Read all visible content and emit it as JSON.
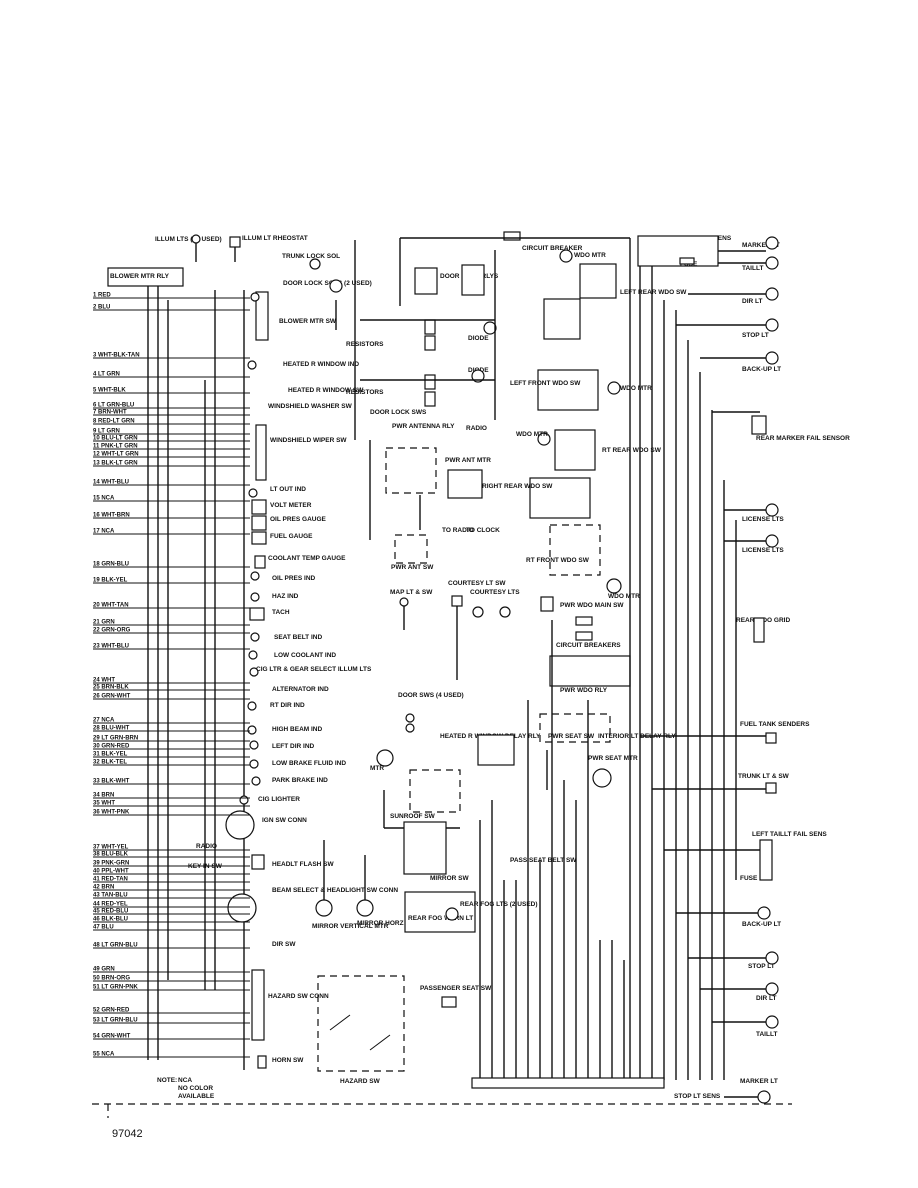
{
  "left_numbered_wires": [
    {
      "n": "1",
      "color": "RED"
    },
    {
      "n": "2",
      "color": "BLU"
    },
    {
      "n": "3",
      "color": "WHT-BLK-TAN"
    },
    {
      "n": "4",
      "color": "LT GRN"
    },
    {
      "n": "5",
      "color": "WHT-BLK"
    },
    {
      "n": "6",
      "color": "LT GRN-BLU"
    },
    {
      "n": "7",
      "color": "BRN-WHT"
    },
    {
      "n": "8",
      "color": "RED-LT GRN"
    },
    {
      "n": "9",
      "color": "LT GRN"
    },
    {
      "n": "10",
      "color": "BLU-LT GRN"
    },
    {
      "n": "11",
      "color": "PNK-LT GRN"
    },
    {
      "n": "12",
      "color": "WHT-LT GRN"
    },
    {
      "n": "13",
      "color": "BLK-LT GRN"
    },
    {
      "n": "14",
      "color": "WHT-BLU"
    },
    {
      "n": "15",
      "color": "NCA"
    },
    {
      "n": "16",
      "color": "WHT-BRN"
    },
    {
      "n": "17",
      "color": "NCA"
    },
    {
      "n": "18",
      "color": "GRN-BLU"
    },
    {
      "n": "19",
      "color": "BLK-YEL"
    },
    {
      "n": "20",
      "color": "WHT-TAN"
    },
    {
      "n": "21",
      "color": "GRN"
    },
    {
      "n": "22",
      "color": "GRN-ORG"
    },
    {
      "n": "23",
      "color": "WHT-BLU"
    },
    {
      "n": "24",
      "color": "WHT"
    },
    {
      "n": "25",
      "color": "BRN-BLK"
    },
    {
      "n": "26",
      "color": "GRN-WHT"
    },
    {
      "n": "27",
      "color": "NCA"
    },
    {
      "n": "28",
      "color": "BLU-WHT"
    },
    {
      "n": "29",
      "color": "LT GRN-BRN"
    },
    {
      "n": "30",
      "color": "GRN-RED"
    },
    {
      "n": "31",
      "color": "BLK-YEL"
    },
    {
      "n": "32",
      "color": "BLK-TEL"
    },
    {
      "n": "33",
      "color": "BLK-WHT"
    },
    {
      "n": "34",
      "color": "BRN"
    },
    {
      "n": "35",
      "color": "WHT"
    },
    {
      "n": "36",
      "color": "WHT-PNK"
    },
    {
      "n": "37",
      "color": "WHT-YEL"
    },
    {
      "n": "38",
      "color": "BLU-BLK"
    },
    {
      "n": "39",
      "color": "PNK-GRN"
    },
    {
      "n": "40",
      "color": "PPL-WHT"
    },
    {
      "n": "41",
      "color": "RED-TAN"
    },
    {
      "n": "42",
      "color": "BRN"
    },
    {
      "n": "43",
      "color": "TAN-BLU"
    },
    {
      "n": "44",
      "color": "RED-YEL"
    },
    {
      "n": "45",
      "color": "RED-BLU"
    },
    {
      "n": "46",
      "color": "BLK-BLU"
    },
    {
      "n": "47",
      "color": "BLU"
    },
    {
      "n": "48",
      "color": "LT GRN-BLU"
    },
    {
      "n": "49",
      "color": "GRN"
    },
    {
      "n": "50",
      "color": "BRN-ORG"
    },
    {
      "n": "51",
      "color": "LT GRN-PNK"
    },
    {
      "n": "52",
      "color": "GRN-RED"
    },
    {
      "n": "53",
      "color": "LT GRN-BLU"
    },
    {
      "n": "54",
      "color": "GRN-WHT"
    },
    {
      "n": "55",
      "color": "NCA"
    }
  ],
  "left_components": [
    "ILLUM LTS (13 USED)",
    "ILLUM LT RHEOSTAT",
    "BLOWER MTR RLY",
    "BLOWER MTR SW",
    "HEATED R WINDOW IND",
    "HEATED R WINDOW SW",
    "WINDSHIELD WASHER SW",
    "WINDSHIELD WIPER SW",
    "LT OUT IND",
    "VOLT METER",
    "OIL PRES GAUGE",
    "FUEL GAUGE",
    "COOLANT TEMP GAUGE",
    "OIL PRES IND",
    "HAZ IND",
    "TACH",
    "SEAT BELT IND",
    "LOW COOLANT IND",
    "CIG LTR & GEAR SELECT ILLUM LTS",
    "ALTERNATOR IND",
    "RT DIR IND",
    "HIGH BEAM IND",
    "LEFT DIR IND",
    "LOW BRAKE FLUID IND",
    "PARK BRAKE IND",
    "CIG LIGHTER",
    "IGN SW CONN",
    "RADIO",
    "KEY IN SW",
    "HEADLT FLASH SW",
    "BEAM SELECT & HEADLIGHT SW CONN",
    "DIR SW",
    "HAZARD SW CONN",
    "HORN SW",
    "HAZARD SW"
  ],
  "center_components": [
    "TRUNK LOCK SOL",
    "DOOR LOCK SOLS (2 USED)",
    "DOOR LOCK RLYS",
    "CIRCUIT BREAKER",
    "RESISTORS",
    "DIODE",
    "DOOR LOCK SWS",
    "PWR ANTENNA RLY",
    "RADIO",
    "PWR ANT MTR",
    "TO RADIO",
    "TO CLOCK",
    "PWR ANT SW",
    "MAP LT & SW",
    "COURTESY LT SW",
    "COURTESY LTS",
    "DOOR SWS (4 USED)",
    "HEATED R WINDOW DELAY RLY",
    "INTERIOR LT DELAY RLY",
    "MTR",
    "SUNROOF SW",
    "MIRROR SW",
    "MIRROR VERTICAL MTR",
    "MIRROR HORZ MTR",
    "REAR FOG WARN LT",
    "REAR FOG LTS (2 USED)",
    "PASS SEAT BELT SW",
    "PASSENGER SEAT SW",
    "PWR SEAT SW",
    "PWR SEAT MTR"
  ],
  "right_components": [
    "WDO MTR",
    "LEFT REAR WDO SW",
    "LEFT FRONT WDO SW",
    "RIGHT REAR WDO SW",
    "RT REAR WDO SW",
    "RT FRONT WDO SW",
    "PWR WDO MAIN SW",
    "CIRCUIT BREAKERS",
    "PWR WDO RLY",
    "RT TAILLT FAIL SENS",
    "FUSE",
    "MARKER LT",
    "TAILLT",
    "DIR LT",
    "STOP LT",
    "BACK-UP LT",
    "REAR MARKER FAIL SENSOR",
    "LICENSE LTS",
    "REAR WDO GRID",
    "FUEL TANK SENDERS",
    "TRUNK LT & SW",
    "LEFT TAILLT FAIL SENS",
    "STOP LT SENS"
  ],
  "notes": {
    "note_label": "NOTE:",
    "note_lines": [
      "NCA",
      "NO COLOR",
      "AVAILABLE"
    ]
  },
  "footer_code": "97042"
}
